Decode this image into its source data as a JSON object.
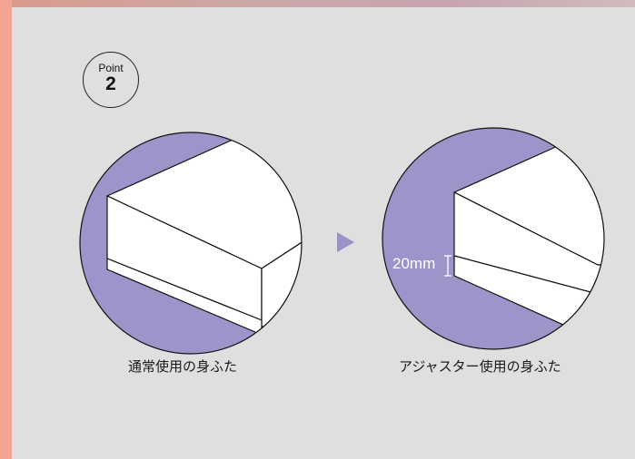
{
  "badge": {
    "label": "Point",
    "number": "2"
  },
  "captions": {
    "normal_lid": "通常使用の身ふた",
    "adjuster_lid": "アジャスター使用の身ふた"
  },
  "measurement": {
    "label": "20mm"
  },
  "colors": {
    "accent_purple": "#9c95c9",
    "left_bar": "#f4a493",
    "background": "#e0dfe0",
    "arrow": "#9a93c8"
  },
  "icons": {
    "arrow": "triangle-right-icon"
  }
}
